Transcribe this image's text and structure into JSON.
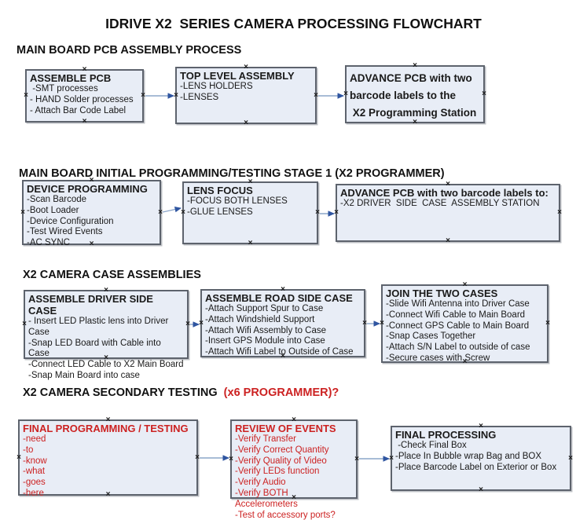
{
  "title": "IDRIVE X2  SERIES CAMERA PROCESSING FLOWCHART",
  "ui": {
    "handle_glyph": "×"
  },
  "colors": {
    "box_fill": "#e8edf6",
    "box_border": "#5d636d",
    "red_text": "#cc2222",
    "black_text": "#1a1a1a",
    "arrow_line": "#8ba5c9",
    "arrow_head": "#2f55a0"
  },
  "sections": [
    {
      "heading": "MAIN BOARD PCB ASSEMBLY PROCESS",
      "heading_red": "",
      "boxes": [
        {
          "name": "assemble-pcb",
          "title": "ASSEMBLE PCB",
          "red": false,
          "items": [
            " -SMT processes",
            "- HAND Solder processes",
            "- Attach Bar Code Label"
          ]
        },
        {
          "name": "top-level-assembly",
          "title": "TOP LEVEL ASSEMBLY",
          "red": false,
          "items": [
            "-LENS HOLDERS",
            "-LENSES"
          ]
        },
        {
          "name": "advance-pcb-to-programming-station",
          "red": false,
          "title_only": true,
          "title": "ADVANCE PCB with two\nbarcode labels to the\n X2 Programming Station",
          "items": []
        }
      ]
    },
    {
      "heading": "MAIN BOARD INITIAL PROGRAMMING/TESTING STAGE 1 (X2 PROGRAMMER)",
      "heading_red": "",
      "boxes": [
        {
          "name": "device-programming",
          "title": "DEVICE PROGRAMMING",
          "red": false,
          "items": [
            "-Scan Barcode",
            "-Boot Loader",
            "-Device Configuration",
            "-Test Wired Events",
            "-AC SYNC"
          ]
        },
        {
          "name": "lens-focus",
          "title": "LENS FOCUS",
          "red": false,
          "items": [
            "-FOCUS BOTH LENSES",
            "-GLUE LENSES"
          ]
        },
        {
          "name": "advance-pcb-to-driver-side-station",
          "title": "ADVANCE PCB with two barcode labels to:",
          "red": false,
          "items": [
            "-X2 DRIVER  SIDE  CASE  ASSEMBLY STATION"
          ]
        }
      ]
    },
    {
      "heading": "X2 CAMERA CASE ASSEMBLIES",
      "heading_red": "",
      "boxes": [
        {
          "name": "assemble-driver-side-case",
          "title": "ASSEMBLE DRIVER SIDE CASE",
          "red": false,
          "items": [
            "- Insert LED Plastic lens into Driver Case",
            "-Snap LED Board with Cable into Case",
            "-Connect LED Cable to X2 Main Board",
            "-Snap Main Board into case"
          ]
        },
        {
          "name": "assemble-road-side-case",
          "title": "ASSEMBLE ROAD SIDE CASE",
          "red": false,
          "items": [
            "-Attach Support Spur to Case",
            "-Attach Windshield Support",
            "-Attach Wifi Assembly to Case",
            "-Insert GPS Module into Case",
            "-Attach Wifi Label to Outside of Case"
          ]
        },
        {
          "name": "join-the-two-cases",
          "title": "JOIN THE TWO CASES",
          "red": false,
          "items": [
            "-Slide Wifi Antenna into Driver Case",
            "-Connect Wifi Cable to Main Board",
            "-Connect GPS Cable to Main Board",
            "-Snap Cases Together",
            "-Attach S/N Label to outside of case",
            "-Secure cases with Screw"
          ]
        }
      ]
    },
    {
      "heading": "X2 CAMERA SECONDARY TESTING  ",
      "heading_red": "(x6 PROGRAMMER)?",
      "boxes": [
        {
          "name": "final-programming-testing",
          "title": "FINAL PROGRAMMING / TESTING",
          "red": true,
          "items": [
            "-need",
            "-to",
            "-know",
            "-what",
            "-goes",
            "-here"
          ]
        },
        {
          "name": "review-of-events",
          "title": "REVIEW OF EVENTS",
          "red": true,
          "items": [
            "-Verify Transfer",
            "-Verify Correct Quantity",
            "-Verify Quality of Video",
            "-Verify LEDs function",
            "-Verify Audio",
            "-Verify BOTH Accelerometers",
            "-Test of accessory ports?"
          ]
        },
        {
          "name": "final-processing",
          "title": "FINAL PROCESSING",
          "red": false,
          "items": [
            " -Check Final Box",
            "-Place In Bubble wrap Bag and BOX",
            "-Place Barcode Label on Exterior or Box"
          ]
        }
      ]
    }
  ]
}
